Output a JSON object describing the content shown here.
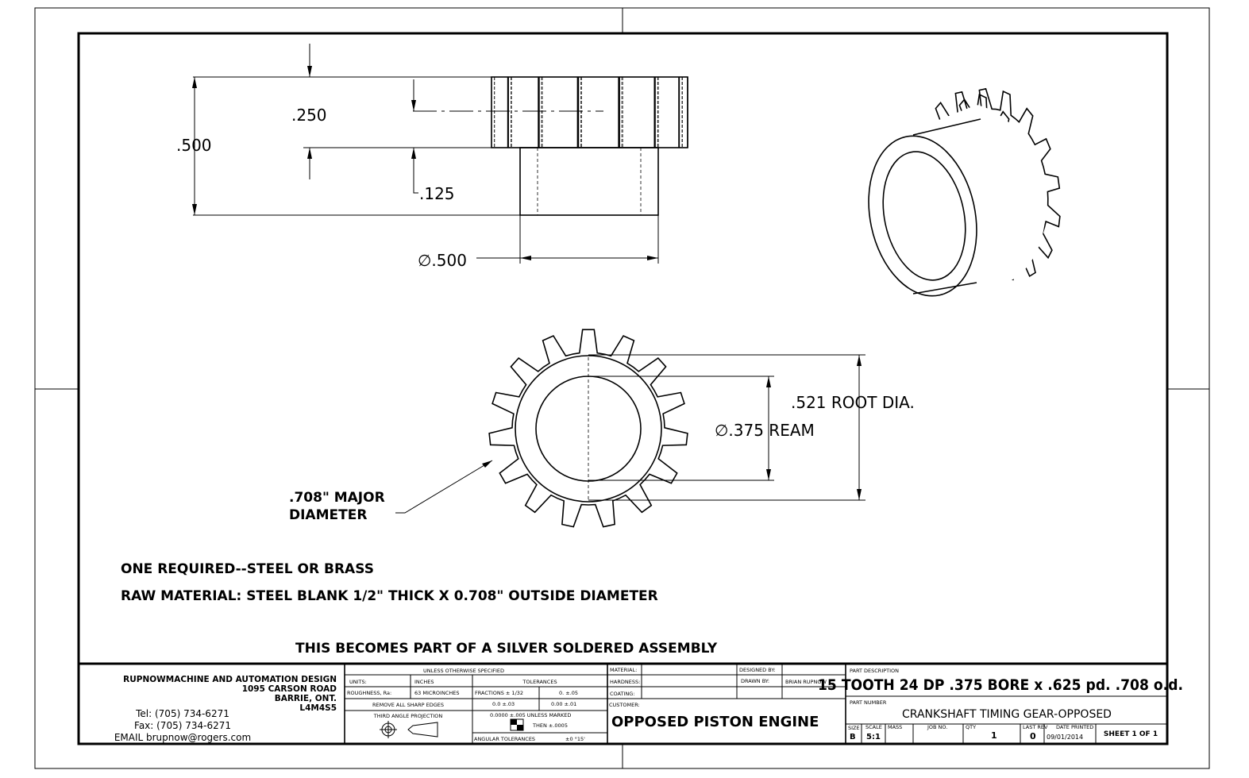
{
  "drawing": {
    "dimensions": {
      "overall_height": ".500",
      "gear_thickness": ".250",
      "hub_offset": ".125",
      "hub_diameter": "∅.500",
      "root_dia": ".521 ROOT DIA.",
      "bore": "∅.375 REAM",
      "major_line1": ".708\" MAJOR",
      "major_line2": "DIAMETER"
    },
    "notes": [
      "ONE REQUIRED--STEEL OR BRASS",
      "RAW MATERIAL: STEEL BLANK 1/2\" THICK X 0.708\" OUTSIDE DIAMETER"
    ],
    "assembly_note": "THIS BECOMES PART OF A SILVER SOLDERED ASSEMBLY"
  },
  "title_block": {
    "company": {
      "name": "RUPNOWMACHINE AND AUTOMATION DESIGN",
      "address1": "1095 CARSON ROAD",
      "address2": "BARRIE, ONT.",
      "postal": "L4M4S5",
      "tel": "Tel: (705) 734-6271",
      "fax": "Fax: (705) 734-6271",
      "email": "EMAIL brupnow@rogers.com"
    },
    "spec": {
      "header": "UNLESS OTHERWISE SPECIFIED",
      "units_label": "UNITS:",
      "units_value": "INCHES",
      "roughness_label": "ROUGHNESS, Ra:",
      "roughness_value": "63 MICROINCHES",
      "remove_edges": "REMOVE ALL SHARP EDGES",
      "projection": "THIRD ANGLE PROJECTION",
      "tolerances": "TOLERANCES",
      "fractions": "FRACTIONS ± 1/32",
      "tol_0": "0.   ±.05",
      "tol_00": "0.0   ±.03",
      "tol_000": "0.00   ±.01",
      "tol_0000": "0.0000   ±.005 UNLESS MARKED",
      "then": "THEN  ±.0005",
      "angular": "ANGULAR TOLERANCES",
      "angular_value": "±0 °15'"
    },
    "material_label": "MATERIAL:",
    "hardness_label": "HARDNESS:",
    "coating_label": "COATING:",
    "designed_by_label": "DESIGNED BY:",
    "drawn_by_label": "DRAWN BY:",
    "drawn_by": "BRIAN RUPNOW",
    "customer_label": "CUSTOMER:",
    "customer": "OPPOSED PISTON ENGINE",
    "part_description_label": "PART DESCRIPTION",
    "part_description": "15 TOOTH 24 DP .375 BORE x .625 pd. .708 o.d.",
    "part_number_label": "PART NUMBER",
    "part_number": "CRANKSHAFT TIMING GEAR-OPPOSED",
    "size_label": "SIZE",
    "size": "B",
    "scale_label": "SCALE",
    "scale": "5:1",
    "mass_label": "MASS",
    "job_label": "JOB NO.",
    "qty_label": "QTY",
    "qty": "1",
    "rev_label": "LAST REV",
    "rev": "0",
    "date_label": "DATE PRINTED",
    "date": "09/01/2014",
    "sheet": "SHEET 1 OF 1"
  }
}
